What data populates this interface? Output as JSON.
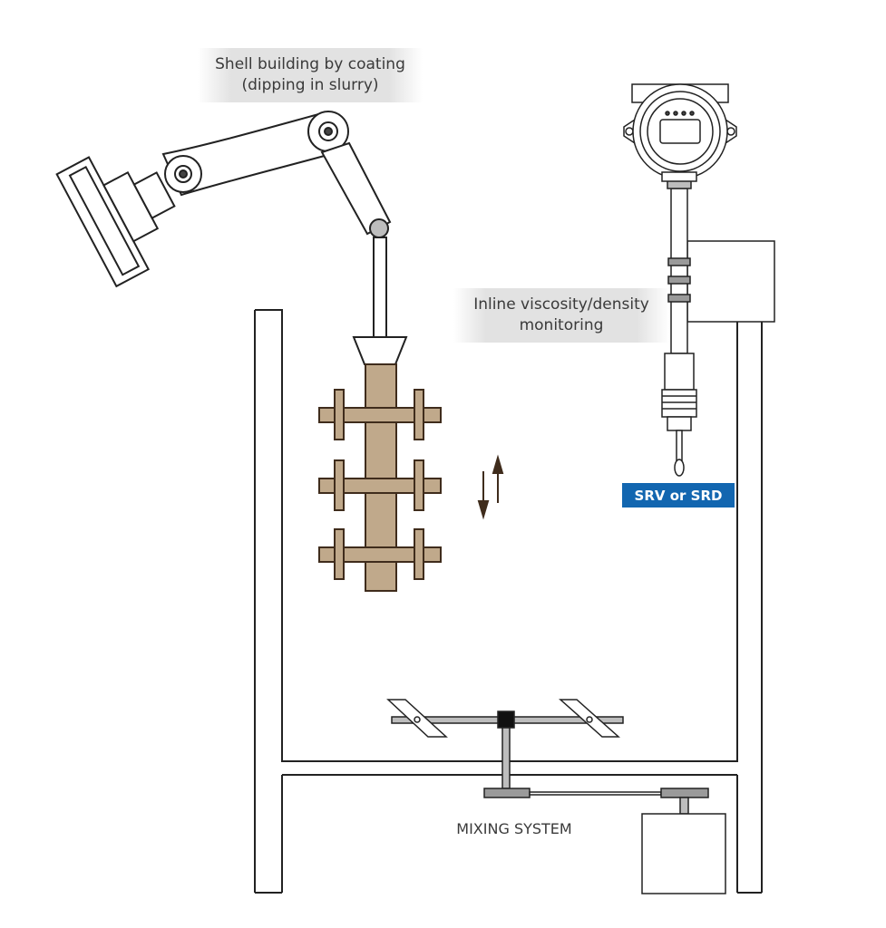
{
  "labels": {
    "shell_building_line1": "Shell building by coating",
    "shell_building_line2": "(dipping in slurry)",
    "inline_monitoring_line1": "Inline viscosity/density",
    "inline_monitoring_line2": "monitoring",
    "sensor_badge": "SRV or SRD",
    "mixing_system": "MIXING SYSTEM"
  },
  "colors": {
    "slurry": "#ddd1cf",
    "slurry_highlight": "#f2f2f2",
    "part": "#c0a98b",
    "part_outline": "#3f2c1c",
    "tank_outline": "#222222",
    "badge": "#1266b0",
    "label_backdrop": "#e6e6e6"
  },
  "icons": {
    "robot_arm": "robot-arm-icon",
    "transmitter": "transmitter-housing-icon",
    "motion": "up-down-arrows-icon"
  }
}
